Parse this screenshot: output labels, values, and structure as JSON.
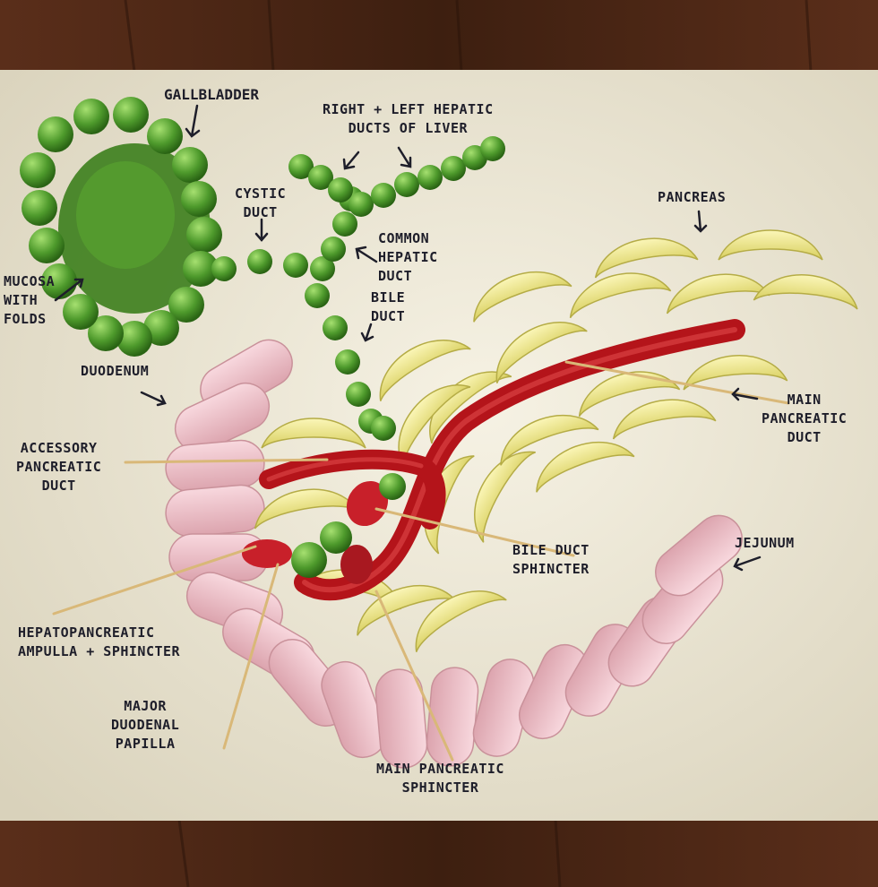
{
  "colors": {
    "table_wood": "#4a2616",
    "paper": "#efeada",
    "gallbladder_green": "#4e9a2c",
    "bananas_yellow": "#ece47e",
    "marshmallow_pink": "#efbcc4",
    "licorice_red": "#c0181c",
    "gummy_red": "#c8202a",
    "ink": "#1e1e2a"
  },
  "labels": {
    "gallbladder": "GALLBLADDER",
    "hepatic_ducts": "RIGHT + LEFT HEPATIC\nDUCTS OF LIVER",
    "cystic_duct": "CYSTIC\nDUCT",
    "common_hepatic_duct": "COMMON\nHEPATIC\nDUCT",
    "bile_duct": "BILE\nDUCT",
    "pancreas": "PANCREAS",
    "mucosa": "MUCOSA\nWITH\nFOLDS",
    "duodenum": "DUODENUM",
    "main_pancreatic_duct": "MAIN\nPANCREATIC\nDUCT",
    "accessory_pancreatic_duct": "ACCESSORY\nPANCREATIC\nDUCT",
    "bile_duct_sphincter": "BILE DUCT\nSPHINCTER",
    "jejunum": "JEJUNUM",
    "hepatopancreatic_ampulla": "HEPATOPANCREATIC\nAMPULLA + SPHINCTER",
    "major_duodenal_papilla": "MAJOR\nDUODENAL\nPAPILLA",
    "main_pancreatic_sphincter": "MAIN PANCREATIC\nSPHINCTER"
  }
}
